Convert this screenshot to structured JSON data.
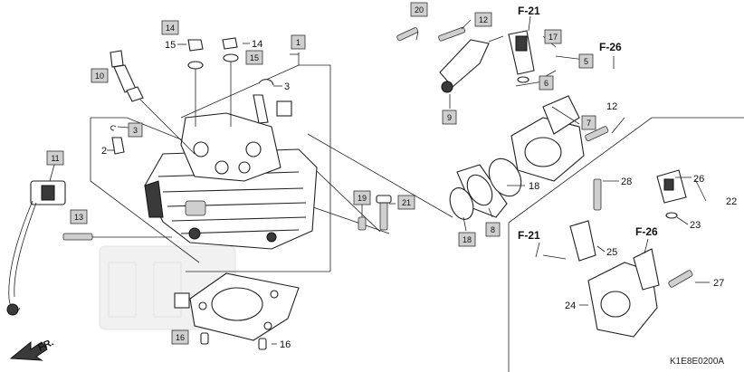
{
  "diagram": {
    "code": "K1E8E0200A",
    "front_label": "FR.",
    "refs": [
      {
        "id": "f21a",
        "text": "F-21"
      },
      {
        "id": "f26a",
        "text": "F-26"
      },
      {
        "id": "f21b",
        "text": "F-21"
      },
      {
        "id": "f26b",
        "text": "F-26"
      }
    ],
    "boxed_numbers": [
      "1",
      "3",
      "5",
      "6",
      "7",
      "8",
      "9",
      "10",
      "11",
      "12",
      "13",
      "14",
      "15",
      "16",
      "17",
      "18",
      "19",
      "20",
      "21"
    ],
    "plain_numbers": [
      "2",
      "3",
      "12",
      "14",
      "15",
      "16",
      "18",
      "22",
      "23",
      "24",
      "25",
      "26",
      "27",
      "28"
    ]
  }
}
